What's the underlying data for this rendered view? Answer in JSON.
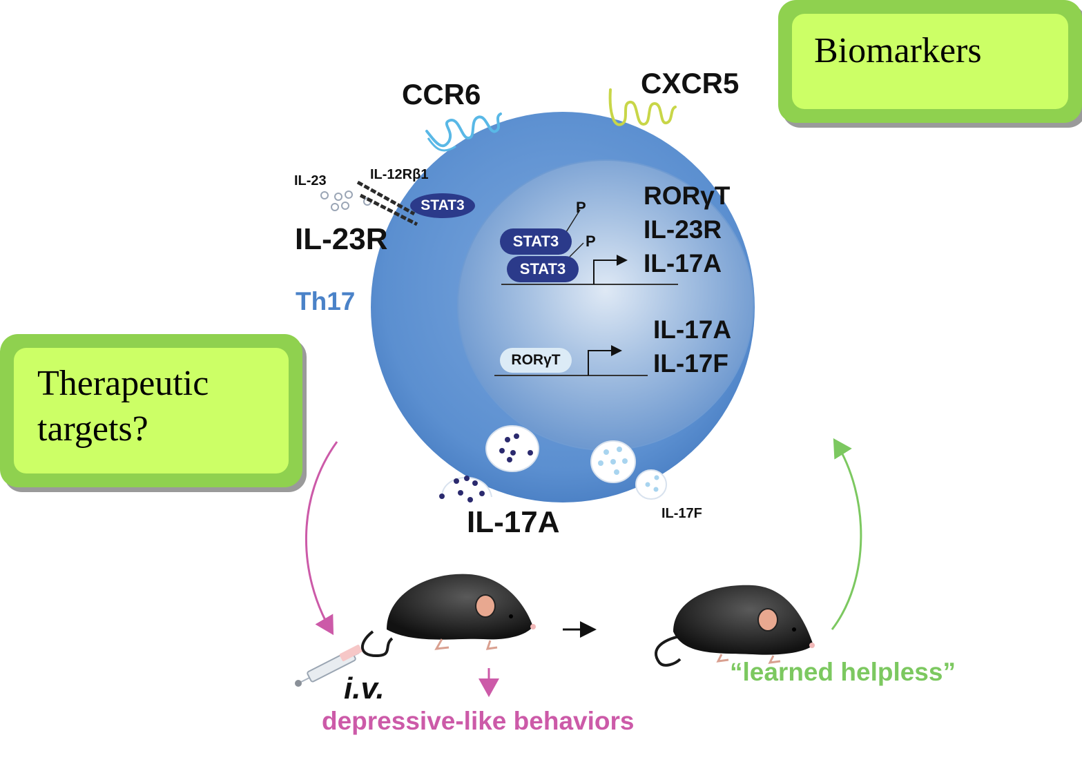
{
  "callouts": {
    "biomarkers": "Biomarkers",
    "therapeutic_line1": "Therapeutic",
    "therapeutic_line2": "targets?"
  },
  "cell": {
    "th17": "Th17",
    "ccr6": "CCR6",
    "cxcr5": "CXCR5",
    "il23": "IL-23",
    "il12rb1": "IL-12Rβ1",
    "stat3_membrane": "STAT3",
    "il23r": "IL-23R"
  },
  "nucleus": {
    "p1": "P",
    "p2": "P",
    "stat3_a": "STAT3",
    "stat3_b": "STAT3",
    "gene1": "RORγT",
    "gene2": "IL-23R",
    "gene3": "IL-17A",
    "rorgt": "RORγT",
    "gene4": "IL-17A",
    "gene5": "IL-17F"
  },
  "secreted": {
    "il17a": "IL-17A",
    "il17f": "IL-17F"
  },
  "bottom": {
    "iv": "i.v.",
    "depressive": "depressive-like behaviors",
    "learned": "“learned helpless”"
  },
  "colors": {
    "cell": "#5b8fd0",
    "nucleus": "#8ab0d8",
    "stat3": "#2b3a8a",
    "callout_border": "#8fd14f",
    "callout_fill": "#ccff66",
    "magenta_arrow": "#cc5aa8",
    "green_arrow": "#7cc860",
    "ccr6": "#59b8e6",
    "cxcr5": "#c8d648"
  }
}
